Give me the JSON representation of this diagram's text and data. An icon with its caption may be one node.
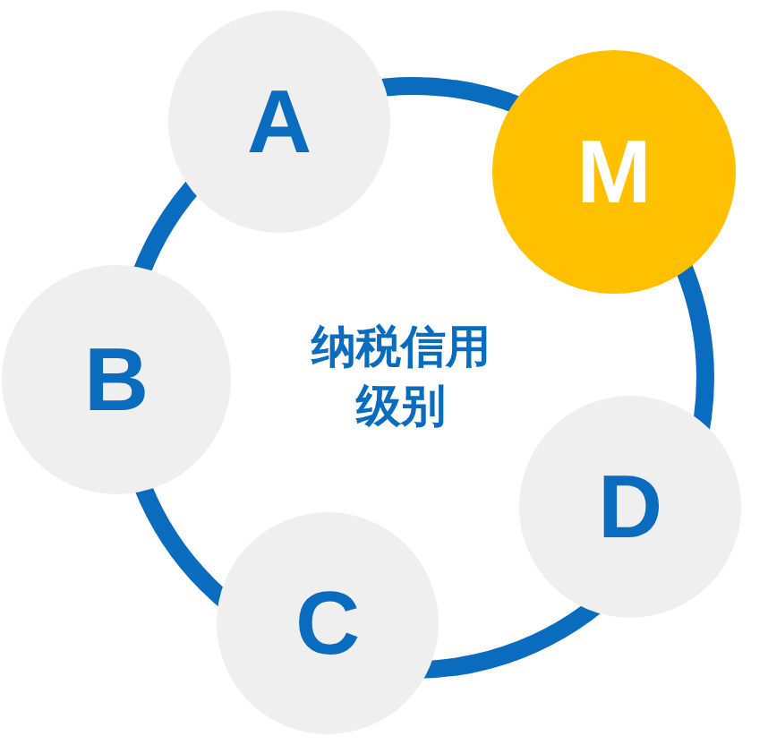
{
  "diagram": {
    "nodes": [
      {
        "text": [
          "A"
        ]
      },
      {
        "text": [
          "M"
        ]
      },
      {
        "text": [
          "B"
        ]
      },
      {
        "text": [
          "D"
        ]
      },
      {
        "text": [
          "C"
        ]
      }
    ],
    "labels": [
      "纳税信用级别"
    ]
  }
}
